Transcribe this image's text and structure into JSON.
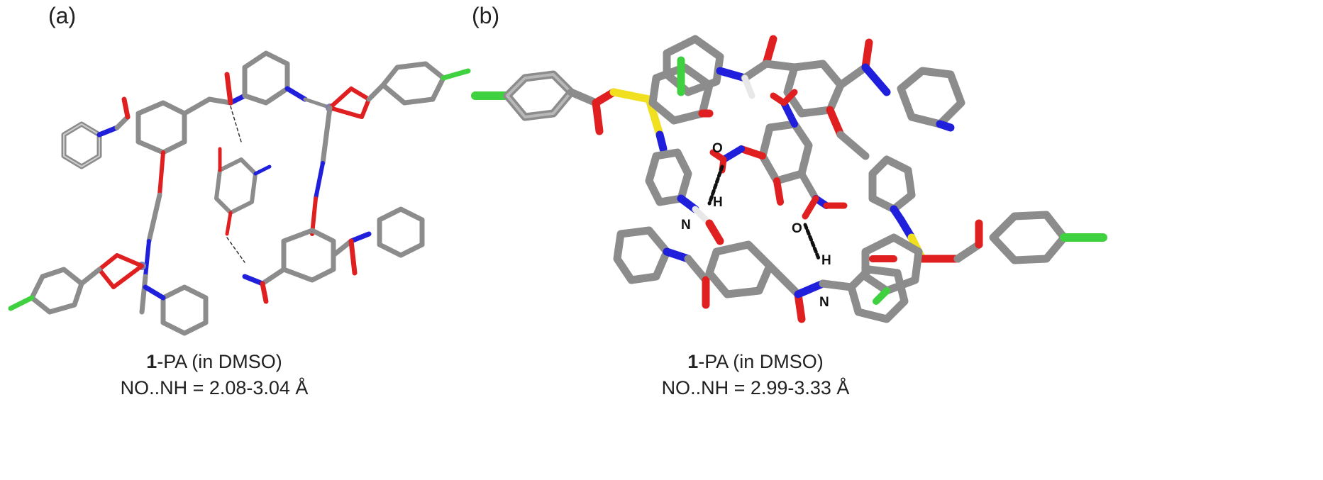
{
  "panels": [
    {
      "letter": "(a)",
      "compound": "1",
      "compound_suffix": "-PA (in DMSO)",
      "distance_text": "NO..NH = 2.08-3.04 Å"
    },
    {
      "letter": "(b)",
      "compound": "1",
      "compound_suffix": "-PA (in DMSO)",
      "distance_text": "NO..NH = 2.99-3.33 Å",
      "atom_labels": [
        "O",
        "H",
        "N",
        "O",
        "H",
        "N"
      ]
    }
  ],
  "colors": {
    "carbon": "#8c8c8c",
    "nitrogen": "#1f1fdc",
    "oxygen": "#e02020",
    "sulfur": "#f0e020",
    "chlorine": "#3fd13f",
    "hydrogen": "#e8e8e8",
    "metal": "#7a7fb8"
  }
}
